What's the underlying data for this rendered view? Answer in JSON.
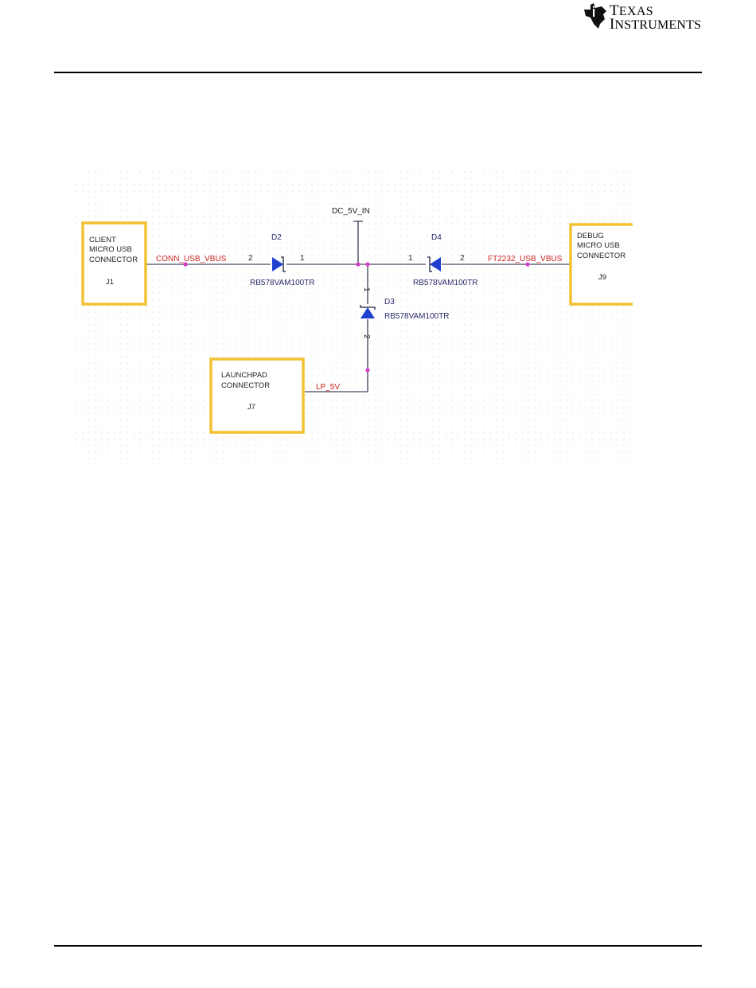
{
  "header": {
    "logo_line1": "Texas",
    "logo_line2": "Instruments"
  },
  "schematic": {
    "connectors": [
      {
        "id": "j1",
        "lines": [
          "CLIENT",
          "MICRO USB",
          "CONNECTOR"
        ],
        "ref": "J1"
      },
      {
        "id": "j9",
        "lines": [
          "DEBUG",
          "MICRO USB",
          "CONNECTOR"
        ],
        "ref": "J9"
      },
      {
        "id": "j7",
        "lines": [
          "LAUNCHPAD",
          "CONNECTOR"
        ],
        "ref": "J7"
      }
    ],
    "nets": {
      "conn_usb_vbus": "CONN_USB_VBUS",
      "ft2232_usb_vbus": "FT2232_USB_VBUS",
      "dc_5v_in": "DC_5V_IN",
      "lp_5v": "LP_5V"
    },
    "diodes": [
      {
        "id": "d2",
        "ref": "D2",
        "part": "RB578VAM100TR",
        "pin_a": "2",
        "pin_k": "1"
      },
      {
        "id": "d4",
        "ref": "D4",
        "part": "RB578VAM100TR",
        "pin_a": "2",
        "pin_k": "1"
      },
      {
        "id": "d3",
        "ref": "D3",
        "part": "RB578VAM100TR",
        "pin_a": "2",
        "pin_k": "1"
      }
    ],
    "colors": {
      "box_border": "#f2c232",
      "wire": "#1a1a3a",
      "net_label": "#cc2222",
      "junction": "#d43cc8",
      "diode": "#1f3fcf",
      "component_text": "#2a2a6a"
    }
  }
}
